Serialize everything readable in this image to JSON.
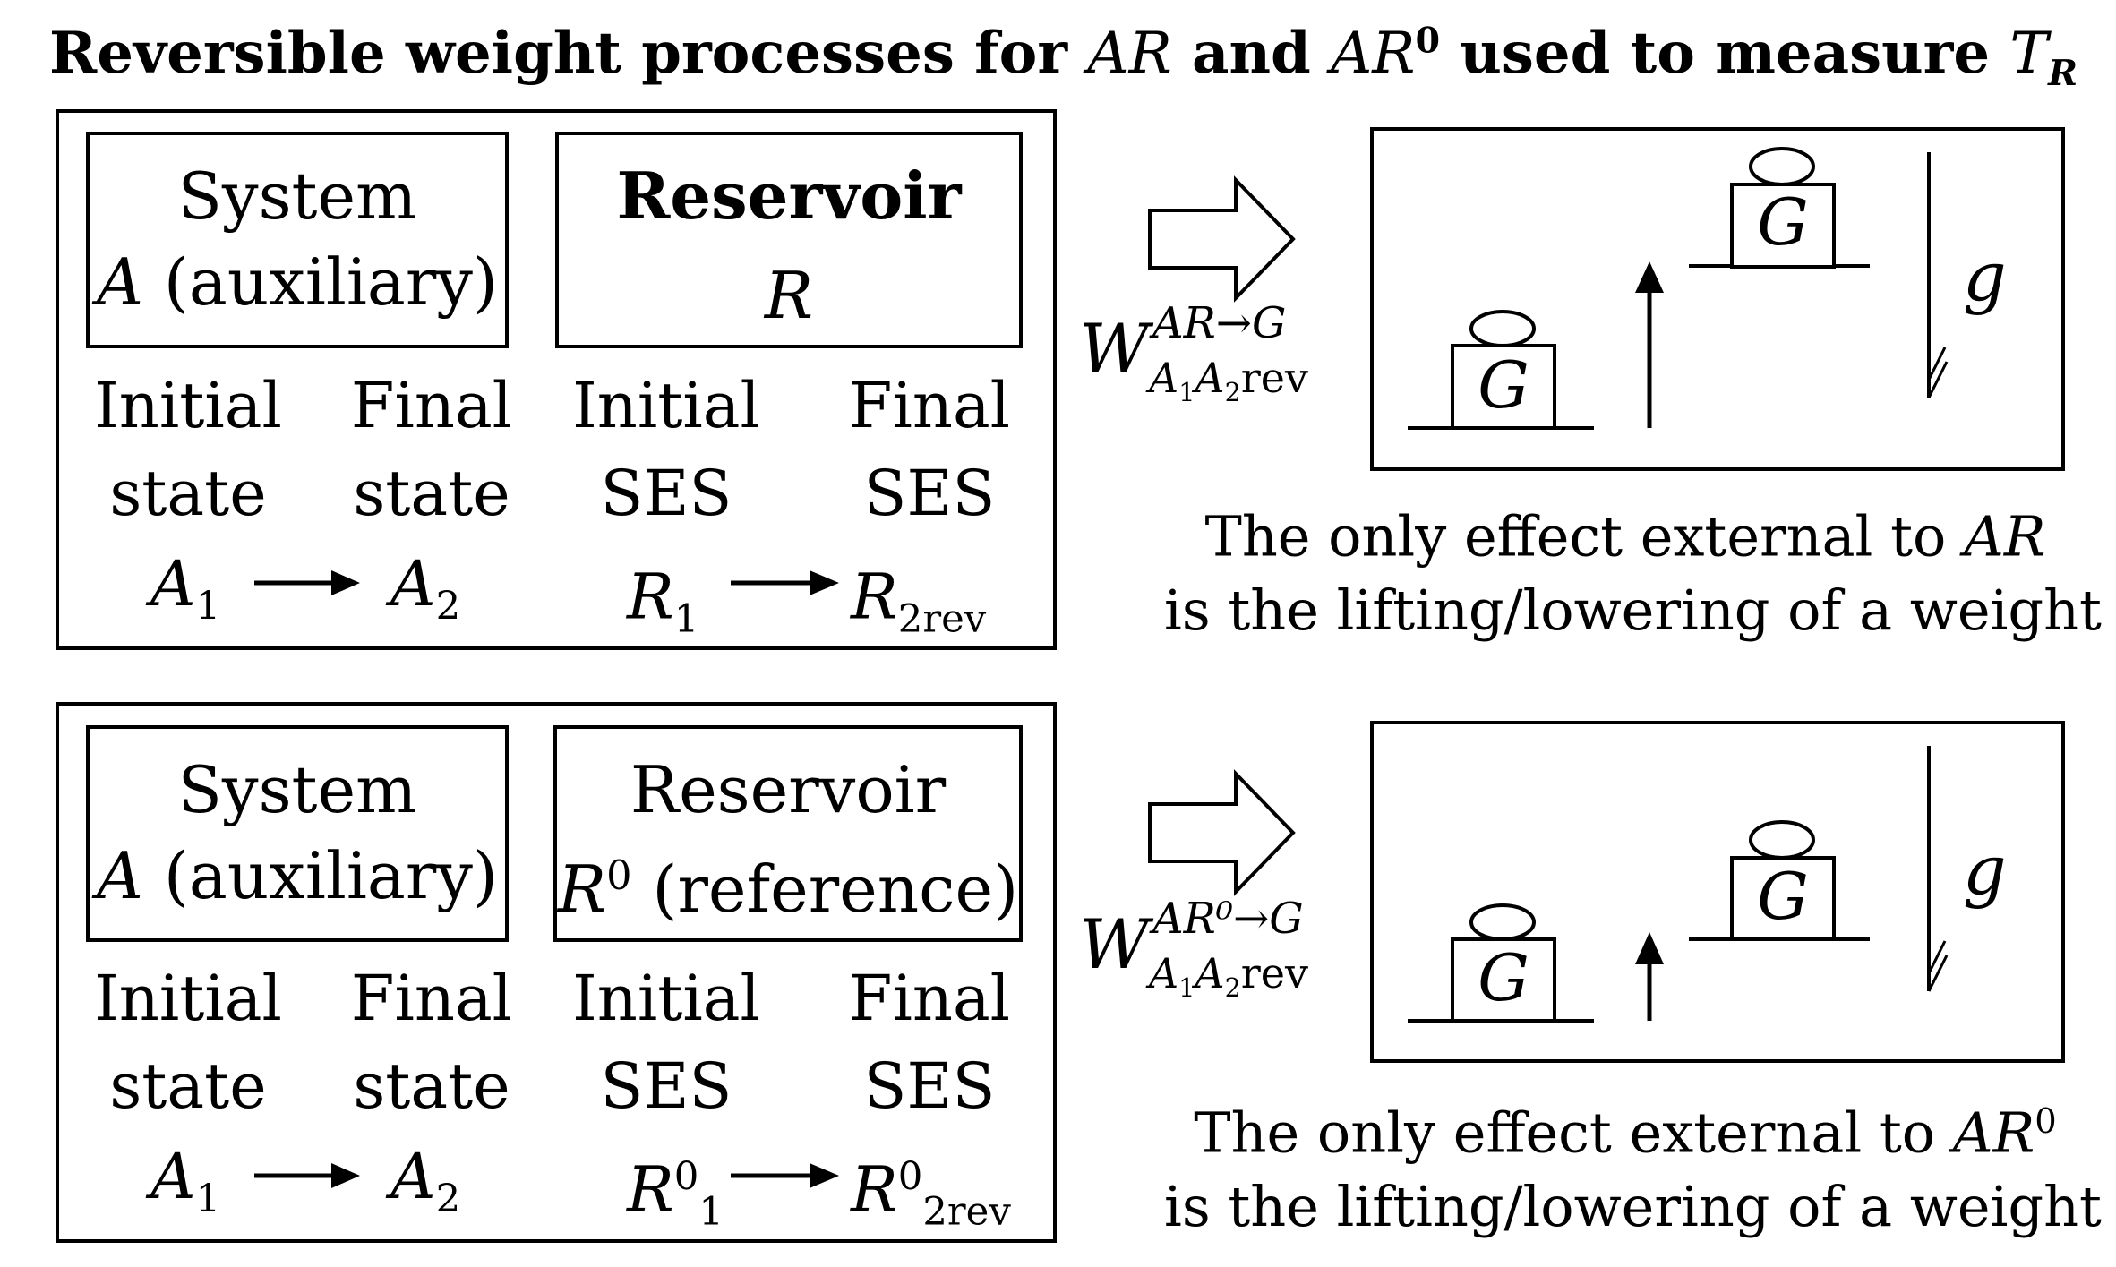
{
  "title": {
    "prefix": "Reversible weight processes for ",
    "ar": "AR",
    "and": " and ",
    "ar0_base": "AR",
    "ar0_sup": "0",
    "suffix": " used to measure ",
    "t_base": "T",
    "t_sub": "R"
  },
  "panels": [
    {
      "system": {
        "line1": "System",
        "line2_var": "A",
        "line2_rest": " (auxiliary)"
      },
      "reservoir": {
        "line1": "Reservoir",
        "line2_var": "R",
        "line2_sup": "",
        "line2_rest": ""
      },
      "columns": {
        "initial_state": [
          "Initial",
          "state"
        ],
        "final_state": [
          "Final",
          "state"
        ],
        "initial_ses": [
          "Initial",
          "SES"
        ],
        "final_ses": [
          "Final",
          "SES"
        ]
      },
      "states": {
        "a1": "A",
        "a1_sub": "1",
        "a2": "A",
        "a2_sub": "2",
        "r1": "R",
        "r1_sup": "",
        "r1_sub": "1",
        "r2": "R",
        "r2_sup": "",
        "r2_sub": "2rev"
      },
      "work": {
        "w": "W",
        "sup": "AR→G",
        "sub_a": "A",
        "sub_1": "1",
        "sub_b": "A",
        "sub_2": "2",
        "sub_rev": "rev"
      },
      "weight_label": "G",
      "gravity_label": "g",
      "caption": {
        "line1": "The only effect external to ",
        "line1_var": "AR",
        "line1_sup": "",
        "line2": "is the lifting/lowering of a weight"
      }
    },
    {
      "system": {
        "line1": "System",
        "line2_var": "A",
        "line2_rest": " (auxiliary)"
      },
      "reservoir": {
        "line1": "Reservoir",
        "line2_var": "R",
        "line2_sup": "0",
        "line2_rest": " (reference)"
      },
      "columns": {
        "initial_state": [
          "Initial",
          "state"
        ],
        "final_state": [
          "Final",
          "state"
        ],
        "initial_ses": [
          "Initial",
          "SES"
        ],
        "final_ses": [
          "Final",
          "SES"
        ]
      },
      "states": {
        "a1": "A",
        "a1_sub": "1",
        "a2": "A",
        "a2_sub": "2",
        "r1": "R",
        "r1_sup": "0",
        "r1_sub": "1",
        "r2": "R",
        "r2_sup": "0",
        "r2_sub": "2rev"
      },
      "work": {
        "w": "W",
        "sup": "AR⁰→G",
        "sub_a": "A",
        "sub_1": "1",
        "sub_b": "A",
        "sub_2": "2",
        "sub_rev": "rev"
      },
      "weight_label": "G",
      "gravity_label": "g",
      "caption": {
        "line1": "The only effect external to ",
        "line1_var": "AR",
        "line1_sup": "0",
        "line2": "is the lifting/lowering of a weight"
      }
    }
  ]
}
